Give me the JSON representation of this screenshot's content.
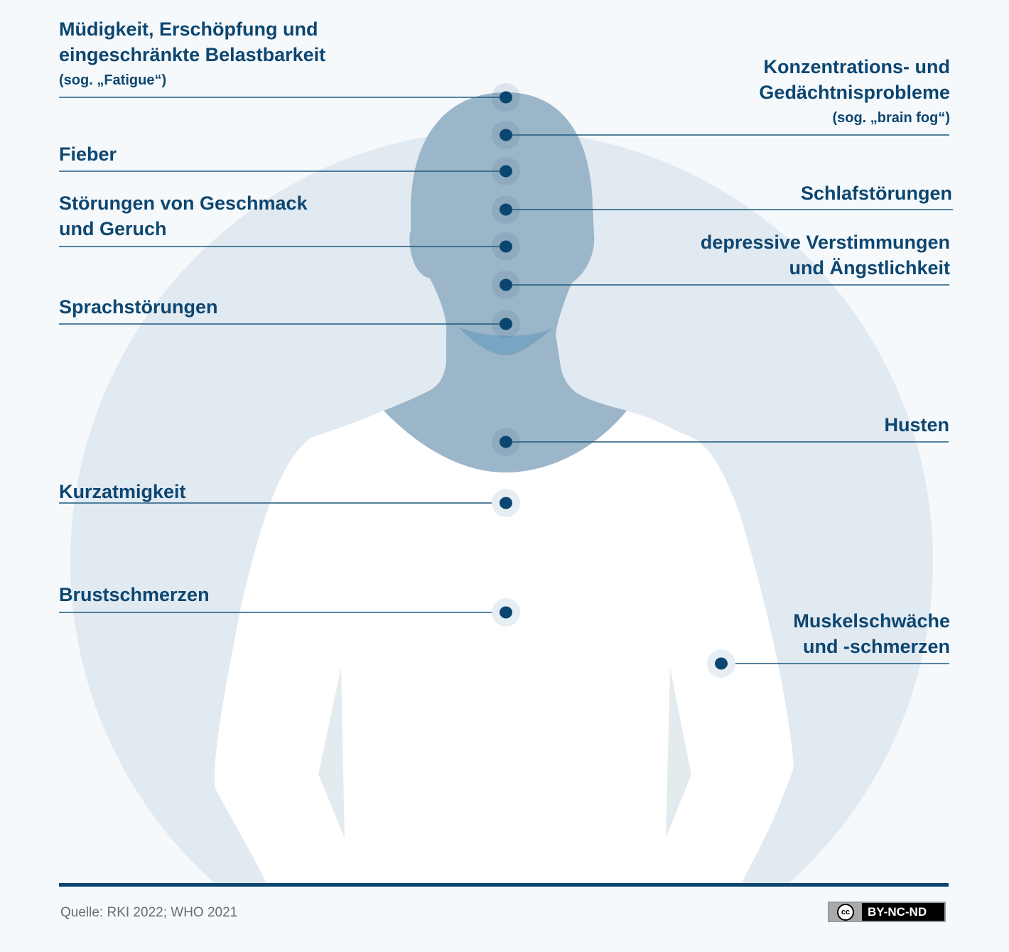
{
  "colors": {
    "background": "#f5f9fc",
    "halo": "#e1e9f1",
    "head": "#9bb5c9",
    "body": "#ffffff",
    "accent": "#0a4670"
  },
  "left_labels": [
    {
      "lines": [
        "Müdigkeit, Erschöpfung und",
        "eingeschränkte Belastbarkeit"
      ],
      "sub": "(sog. „Fatigue“)"
    },
    {
      "lines": [
        "Fieber"
      ]
    },
    {
      "lines": [
        "Störungen von Geschmack",
        "und Geruch"
      ]
    },
    {
      "lines": [
        "Sprachstörungen"
      ]
    },
    {
      "lines": [
        "Kurzatmigkeit"
      ]
    },
    {
      "lines": [
        "Brustschmerzen"
      ]
    }
  ],
  "right_labels": [
    {
      "lines": [
        "Konzentrations- und",
        "Gedächtnisprobleme"
      ],
      "sub": "(sog. „brain fog“)"
    },
    {
      "lines": [
        "Schlafstörungen"
      ]
    },
    {
      "lines": [
        "depressive Verstimmungen",
        "und Ängstlichkeit"
      ]
    },
    {
      "lines": [
        "Husten"
      ]
    },
    {
      "lines": [
        "Muskelschwäche",
        "und -schmerzen"
      ]
    }
  ],
  "footer": {
    "source": "Quelle: RKI 2022; WHO 2021",
    "license": "BY-NC-ND",
    "license_icon": "cc"
  }
}
